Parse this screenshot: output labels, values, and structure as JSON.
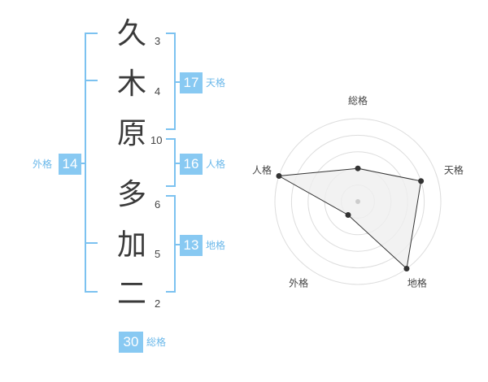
{
  "name_chars": [
    {
      "char": "久",
      "strokes": "3"
    },
    {
      "char": "木",
      "strokes": "4"
    },
    {
      "char": "原",
      "strokes": "10"
    },
    {
      "char": "多",
      "strokes": "6"
    },
    {
      "char": "加",
      "strokes": "5"
    },
    {
      "char": "二",
      "strokes": "2"
    }
  ],
  "kaku": {
    "tenkaku": {
      "value": "17",
      "label": "天格"
    },
    "jinkaku": {
      "value": "16",
      "label": "人格"
    },
    "chikaku": {
      "value": "13",
      "label": "地格"
    },
    "gaikaku": {
      "value": "14",
      "label": "外格"
    },
    "soukaku": {
      "value": "30",
      "label": "総格"
    }
  },
  "chart_data": {
    "type": "radar",
    "axes": [
      "総格",
      "天格",
      "地格",
      "外格",
      "人格"
    ],
    "values": [
      2,
      4,
      5,
      1,
      5
    ],
    "max": 5,
    "colors": {
      "fill": "#efefef",
      "stroke": "#333333",
      "grid": "#dddddd",
      "center": "#cccccc"
    }
  },
  "colors": {
    "accent": "#88c9f2",
    "bracket": "#7cc2f0"
  }
}
